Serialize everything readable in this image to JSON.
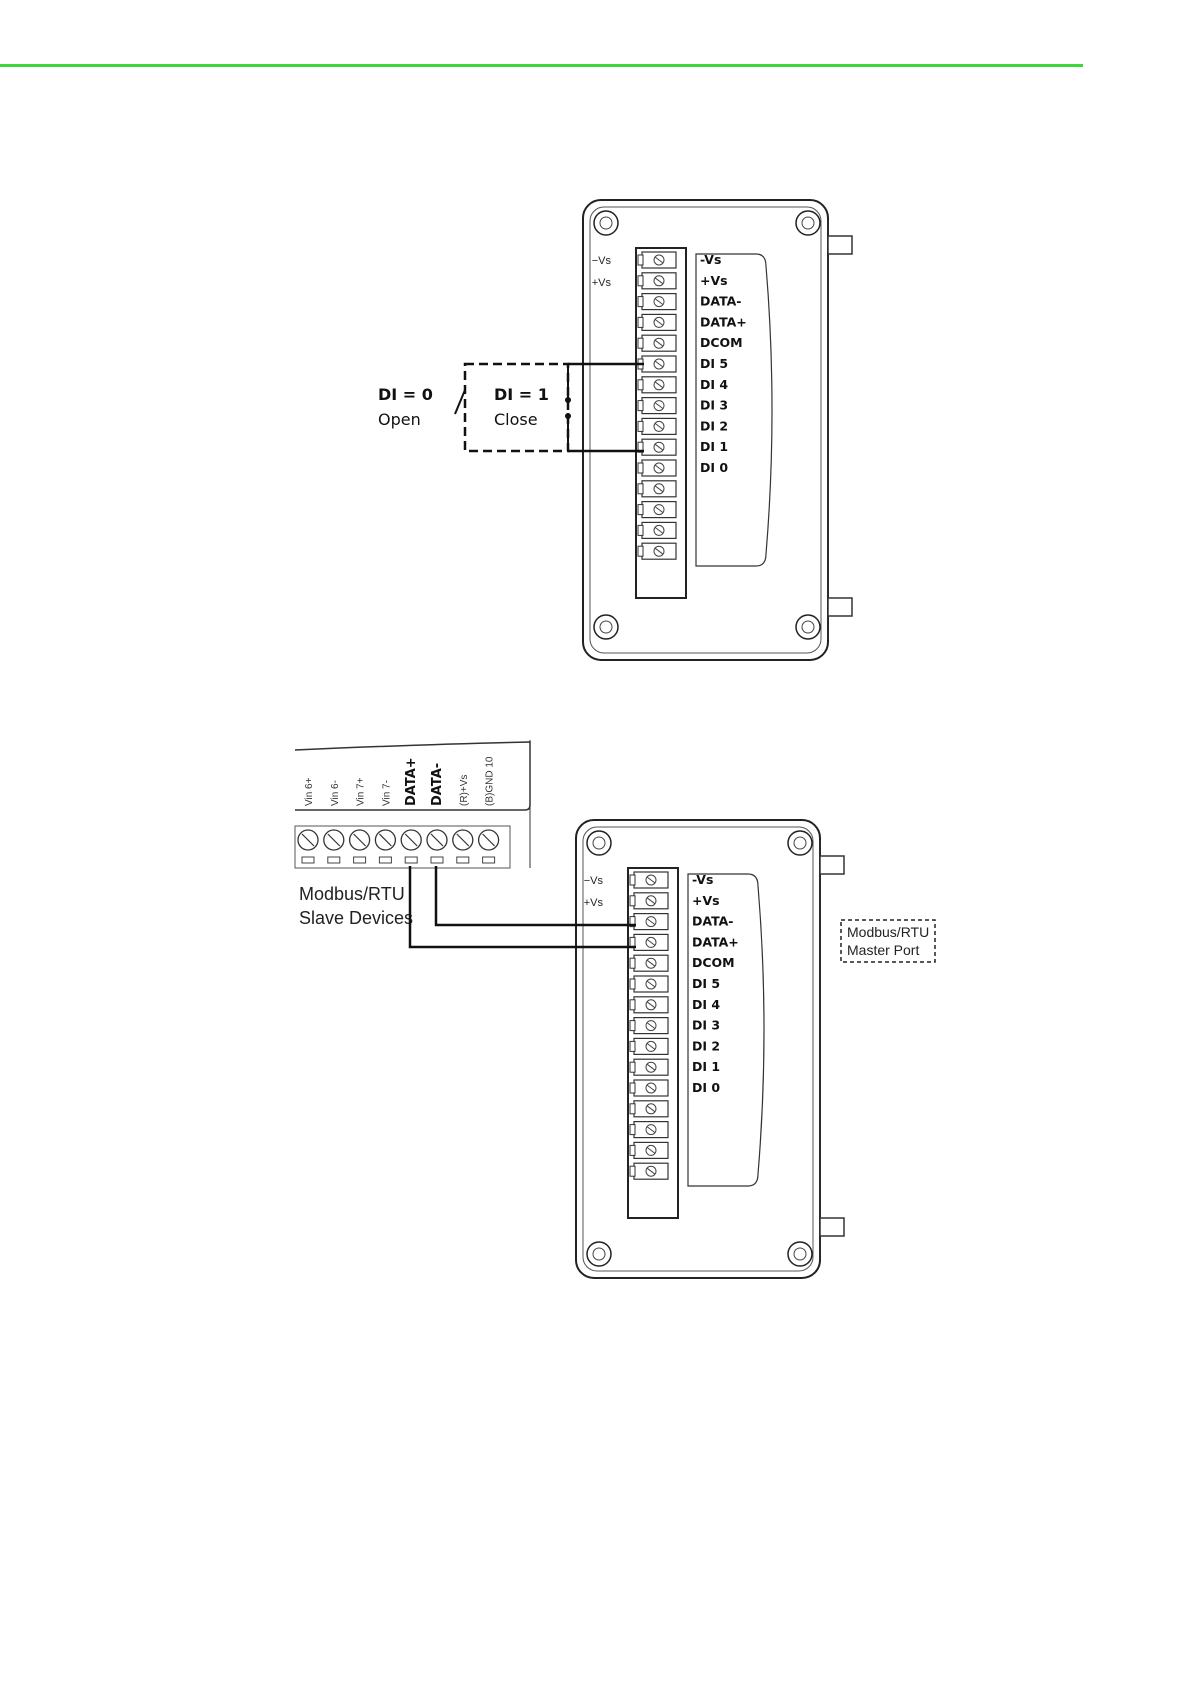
{
  "header": {
    "rule_color": "#3ed63e"
  },
  "terminal_labels": [
    "-Vs",
    "+Vs",
    "DATA-",
    "DATA+",
    "DCOM",
    "DI 5",
    "DI 4",
    "DI 3",
    "DI 2",
    "DI 1",
    "DI 0"
  ],
  "side_labels": [
    "−Vs",
    "+Vs"
  ],
  "figure1": {
    "switch_open_state": "DI = 0",
    "switch_open_word": "Open",
    "switch_close_state": "DI = 1",
    "switch_close_word": "Close"
  },
  "figure2": {
    "slave_pin_labels": [
      "Vin 6+",
      "Vin 6-",
      "Vin 7+",
      "Vin 7-",
      "DATA+",
      "DATA-",
      "(R)+Vs",
      "(B)GND 10"
    ],
    "slave_caption_line1": "Modbus/RTU",
    "slave_caption_line2": "Slave Devices",
    "master_caption_line1": "Modbus/RTU",
    "master_caption_line2": "Master Port"
  }
}
